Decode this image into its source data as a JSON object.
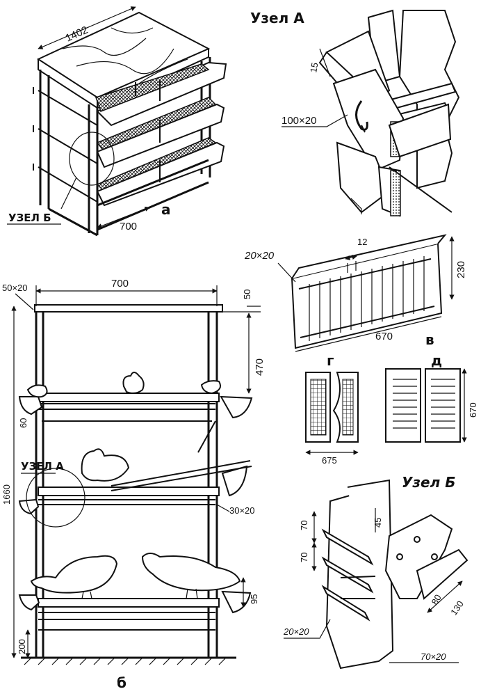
{
  "figure": {
    "panels": {
      "a": {
        "letter": "а",
        "dim_top": "1402",
        "dim_bottom": "700"
      },
      "node_a": {
        "title": "Узел А",
        "dim_15": "15",
        "dim_section": "100×20"
      },
      "b": {
        "letter": "б",
        "dim_width": "700",
        "dim_height_total": "1660",
        "dim_tier": "470",
        "dim_top_right": "50",
        "dim_corner": "50×20",
        "dim_60": "60",
        "dim_30x20": "30×20",
        "dim_95": "95",
        "dim_200": "200",
        "node_a_label": "УЗЕЛ А"
      },
      "v": {
        "letter": "в",
        "dim_slat": "12",
        "dim_section": "20×20",
        "dim_height": "230",
        "dim_length": "670"
      },
      "g": {
        "letter": "г",
        "dim_width": "675"
      },
      "d": {
        "letter": "д",
        "dim_height": "670"
      },
      "node_b": {
        "title": "Узел Б",
        "dim_70a": "70",
        "dim_70b": "70",
        "dim_45": "45",
        "dim_80": "80",
        "dim_130": "130",
        "dim_20x20": "20×20",
        "dim_70x20": "70×20"
      },
      "leader": {
        "label": "УЗЕЛ Б"
      }
    }
  }
}
